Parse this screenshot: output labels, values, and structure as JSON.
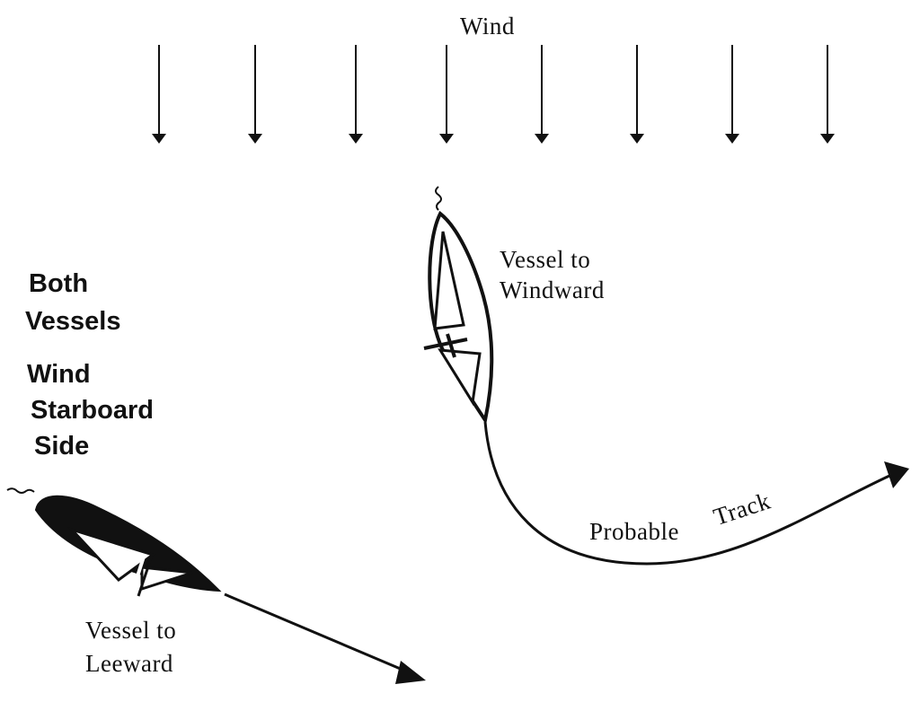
{
  "wind": {
    "label": "Wind"
  },
  "rule_text": {
    "line1": "Both",
    "line2": "Vessels",
    "line3": "Wind",
    "line4": "Starboard",
    "line5": "Side"
  },
  "windward_vessel": {
    "line1": "Vessel to",
    "line2": "Windward"
  },
  "leeward_vessel": {
    "line1": "Vessel to",
    "line2": "Leeward"
  },
  "track": {
    "word1": "Probable",
    "word2": "Track"
  },
  "colors": {
    "ink": "#111111",
    "background": "#ffffff"
  }
}
